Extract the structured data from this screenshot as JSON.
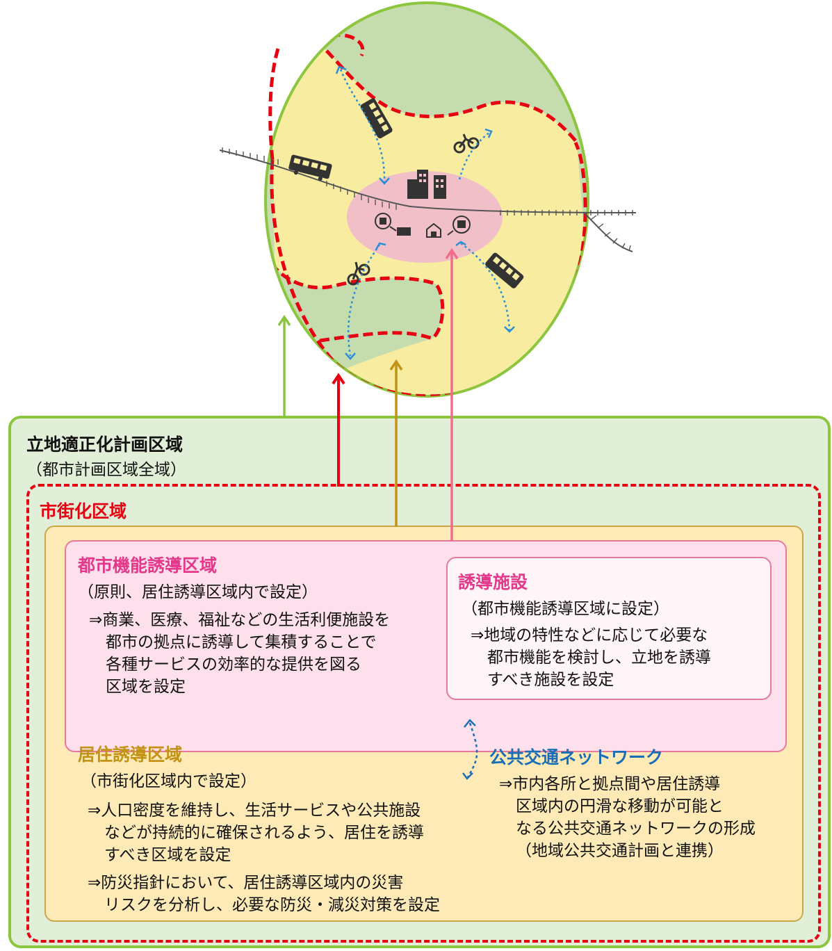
{
  "plan_area": {
    "title": "立地適正化計画区域",
    "subtitle": "（都市計画区域全域）"
  },
  "urbanization_area": {
    "title": "市街化区域"
  },
  "urban_function_area": {
    "title": "都市機能誘導区域",
    "subtitle": "（原則、居住誘導区域内で設定）",
    "lines": [
      "⇒商業、医療、福祉などの生活利便施設を",
      "都市の拠点に誘導して集積することで",
      "各種サービスの効率的な提供を図る",
      "区域を設定"
    ]
  },
  "induced_facilities": {
    "title": "誘導施設",
    "subtitle": "（都市機能誘導区域に設定）",
    "lines": [
      "⇒地域の特性などに応じて必要な",
      "都市機能を検討し、立地を誘導",
      "すべき施設を設定"
    ]
  },
  "residential_area": {
    "title": "居住誘導区域",
    "subtitle": "（市街化区域内で設定）",
    "bullet1": [
      "⇒人口密度を維持し、生活サービスや公共施設",
      "などが持続的に確保されるよう、居住を誘導",
      "すべき区域を設定"
    ],
    "bullet2": [
      "⇒防災指針において、居住誘導区域内の災害",
      "リスクを分析し、必要な防災・減災対策を設定"
    ]
  },
  "transit_network": {
    "title": "公共交通ネットワーク",
    "lines": [
      "⇒市内各所と拠点間や居住誘導",
      "区域内の円滑な移動が可能と",
      "なる公共交通ネットワークの形成",
      "（地域公共交通計画と連携）"
    ]
  },
  "colors": {
    "plan_green": "#8cc63f",
    "urban_red": "#e60012",
    "residential_gold": "#c39316",
    "function_pink": "#e4388a",
    "transit_blue": "#1a6eb8"
  }
}
